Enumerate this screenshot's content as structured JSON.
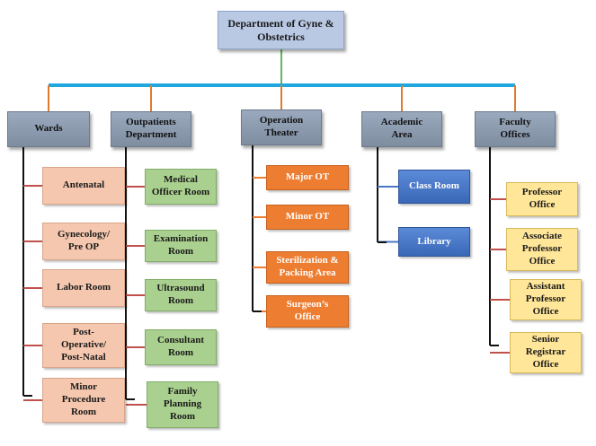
{
  "colors": {
    "trunk": "#5fb85f",
    "bus": "#1fa8df",
    "drop": "#e07a2e",
    "stem": "#111111",
    "connector_pink": "#c0504d",
    "connector_orange": "#ed7d31",
    "connector_blue": "#4a78c8",
    "connector_yellow": "#c0504d"
  },
  "root": {
    "label": "Department of Gyne &\nObstetrics"
  },
  "categories": [
    {
      "label": "Wards",
      "style": "pink",
      "items": [
        "Antenatal",
        "Gynecology/\nPre OP",
        "Labor Room",
        "Post-\nOperative/\nPost-Natal",
        "Minor\nProcedure\nRoom"
      ]
    },
    {
      "label": "Outpatients\nDepartment",
      "style": "green",
      "items": [
        "Medical\nOfficer Room",
        "Examination\nRoom",
        "Ultrasound\nRoom",
        "Consultant\nRoom",
        "Family\nPlanning\nRoom"
      ]
    },
    {
      "label": "Operation\nTheater",
      "style": "orange",
      "items": [
        "Major OT",
        "Minor OT",
        "Sterilization &\nPacking Area",
        "Surgeon’s\nOffice"
      ]
    },
    {
      "label": "Academic\nArea",
      "style": "blue",
      "items": [
        "Class Room",
        "Library"
      ]
    },
    {
      "label": "Faculty\nOffices",
      "style": "yellow",
      "items": [
        "Professor\nOffice",
        "Associate\nProfessor\nOffice",
        "Assistant\nProfessor\nOffice",
        "Senior\nRegistrar\nOffice"
      ]
    }
  ]
}
